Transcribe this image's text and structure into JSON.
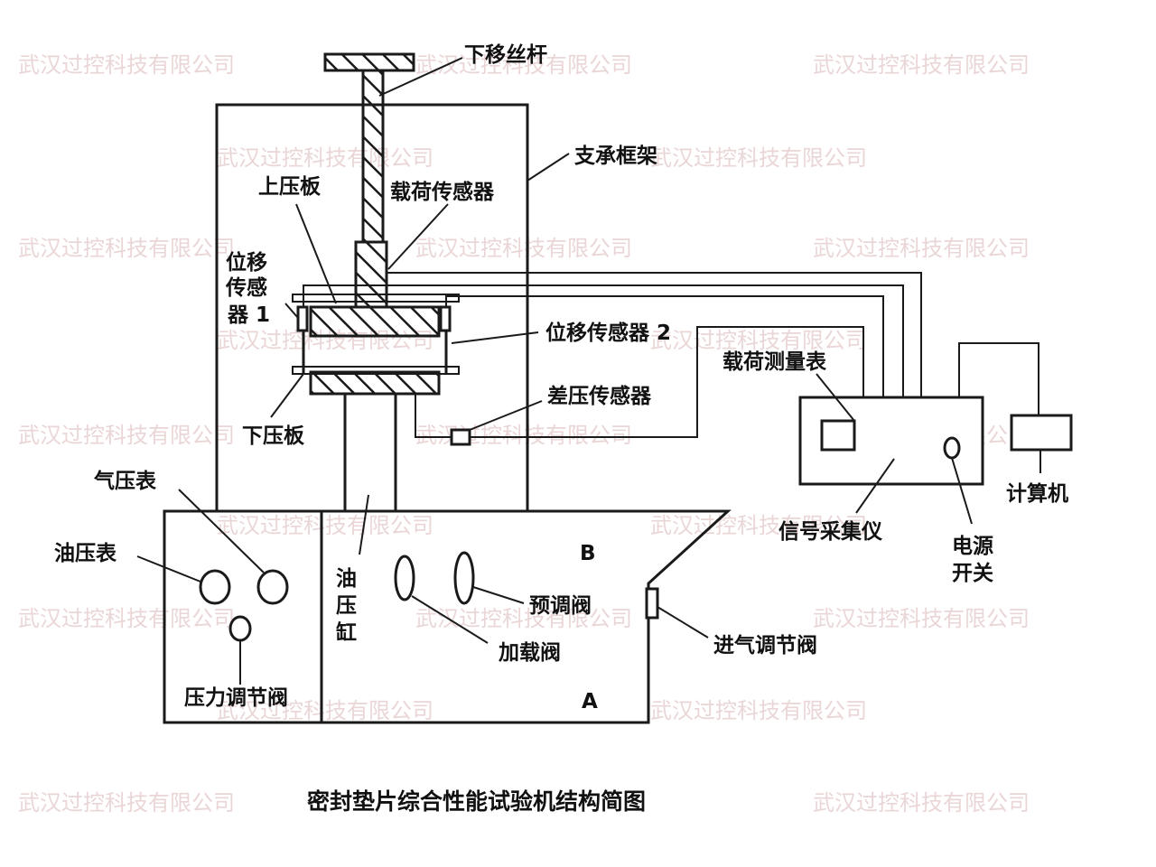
{
  "labels": {
    "screw": "下移丝杆",
    "frame": "支承框架",
    "upper_plate": "上压板",
    "load_sensor": "载荷传感器",
    "disp_sensor_1_line1": "位移",
    "disp_sensor_1_line2": "传感",
    "disp_sensor_1_line3": "器 1",
    "disp_sensor_2": "位移传感器 2",
    "diff_pressure_sensor": "差压传感器",
    "lower_plate": "下压板",
    "load_meter": "载荷测量表",
    "signal_collector": "信号采集仪",
    "power_switch_line1": "电源",
    "power_switch_line2": "开关",
    "computer": "计算机",
    "air_gauge": "气压表",
    "oil_gauge": "油压表",
    "oil_cylinder_1": "油",
    "oil_cylinder_2": "压",
    "oil_cylinder_3": "缸",
    "pressure_valve": "压力调节阀",
    "preset_valve": "预调阀",
    "load_valve": "加载阀",
    "inlet_valve": "进气调节阀",
    "point_a": "A",
    "point_b": "B"
  },
  "caption": "密封垫片综合性能试验机结构简图",
  "watermark": "武汉过控科技有限公司"
}
